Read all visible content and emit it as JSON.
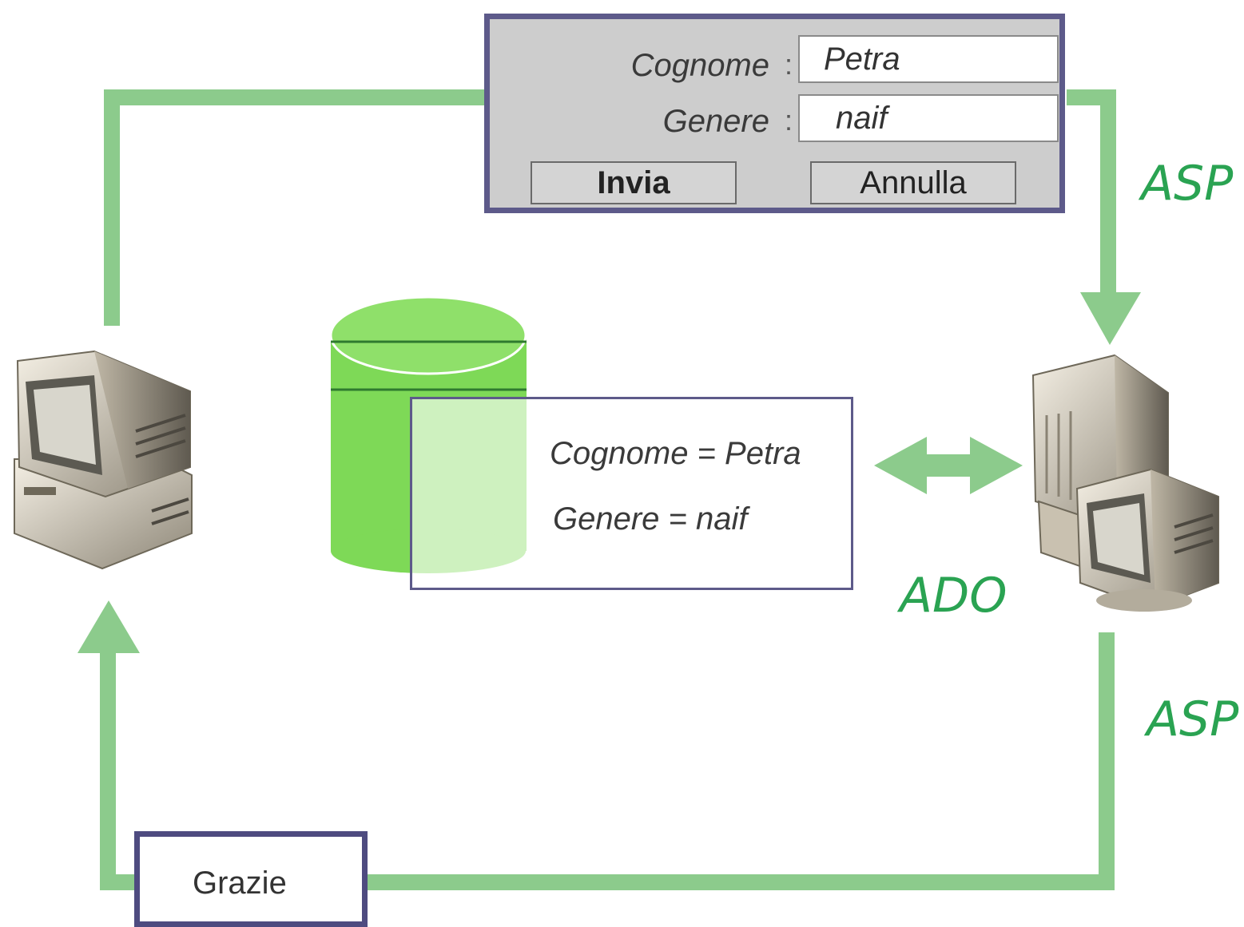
{
  "form": {
    "surname_label": "Cognome",
    "genre_label": "Genere",
    "separator": ":",
    "surname_value": "Petra",
    "genre_value": "naif",
    "submit_label": "Invia",
    "cancel_label": "Annulla"
  },
  "database_record": {
    "line1": "Cognome = Petra",
    "line2": "Genere = naif"
  },
  "protocols": {
    "request": "ASP",
    "data_access": "ADO",
    "response": "ASP"
  },
  "response_page": {
    "text": "Grazie"
  },
  "colors": {
    "flow_green": "#8ccb8c",
    "label_green": "#2aa352",
    "database_green": "#7ed957",
    "frame_purple": "#5d5a8a"
  }
}
